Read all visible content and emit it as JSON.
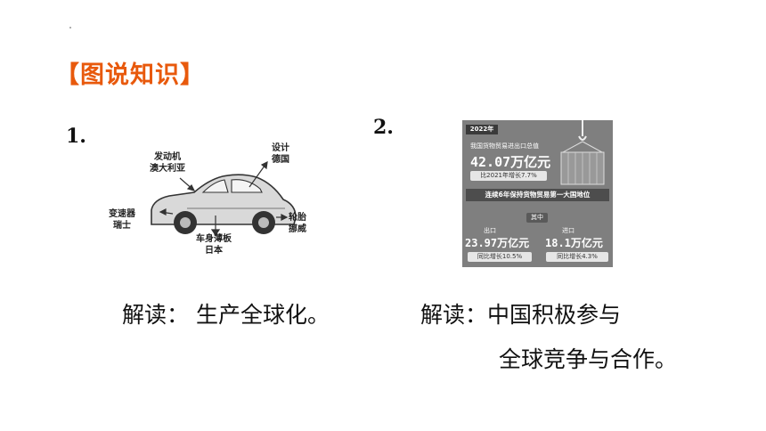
{
  "section_title": "【图说知识】",
  "item1": {
    "number": "1.",
    "labels": {
      "engine": [
        "发动机",
        "澳大利亚"
      ],
      "design": [
        "设计",
        "德国"
      ],
      "gearbox": [
        "变速器",
        "瑞士"
      ],
      "body": [
        "车身薄板",
        "日本"
      ],
      "tire": [
        "轮胎",
        "挪威"
      ]
    },
    "reading": "解读：  生产全球化。"
  },
  "item2": {
    "number": "2.",
    "infographic": {
      "year": "2022年",
      "total_label": "我国货物贸易进出口总值",
      "total_value": "42.07万亿元",
      "growth": "比2021年增长7.7%",
      "banner": "连续6年保持货物贸易第一大国地位",
      "among": "其中",
      "export_label": "出口",
      "export_value": "23.97万亿元",
      "export_growth": "同比增长10.5%",
      "import_label": "进口",
      "import_value": "18.1万亿元",
      "import_growth": "同比增长4.3%"
    },
    "reading_line1": "解读：中国积极参与",
    "reading_line2": "全球竞争与合作。"
  }
}
